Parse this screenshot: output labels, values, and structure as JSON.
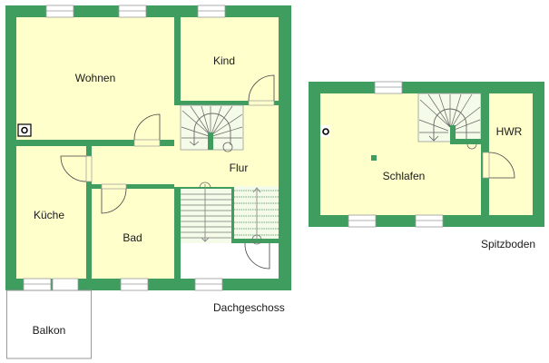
{
  "colors": {
    "wall": "#3f9d5f",
    "room": "#ffffcc",
    "stair": "#f4fbe8",
    "line": "#9a9a9a",
    "door_arc": "#444444",
    "outside": "#ffffff"
  },
  "floors": {
    "dachgeschoss": {
      "title": "Dachgeschoss",
      "rooms": {
        "wohnen": "Wohnen",
        "kind": "Kind",
        "flur": "Flur",
        "kueche": "Küche",
        "bad": "Bad",
        "balkon": "Balkon"
      }
    },
    "spitzboden": {
      "title": "Spitzboden",
      "rooms": {
        "schlafen": "Schlafen",
        "hwr": "HWR"
      }
    }
  },
  "icons": {
    "smoke_detector": "smoke-detector-icon",
    "chimney": "chimney-icon"
  }
}
